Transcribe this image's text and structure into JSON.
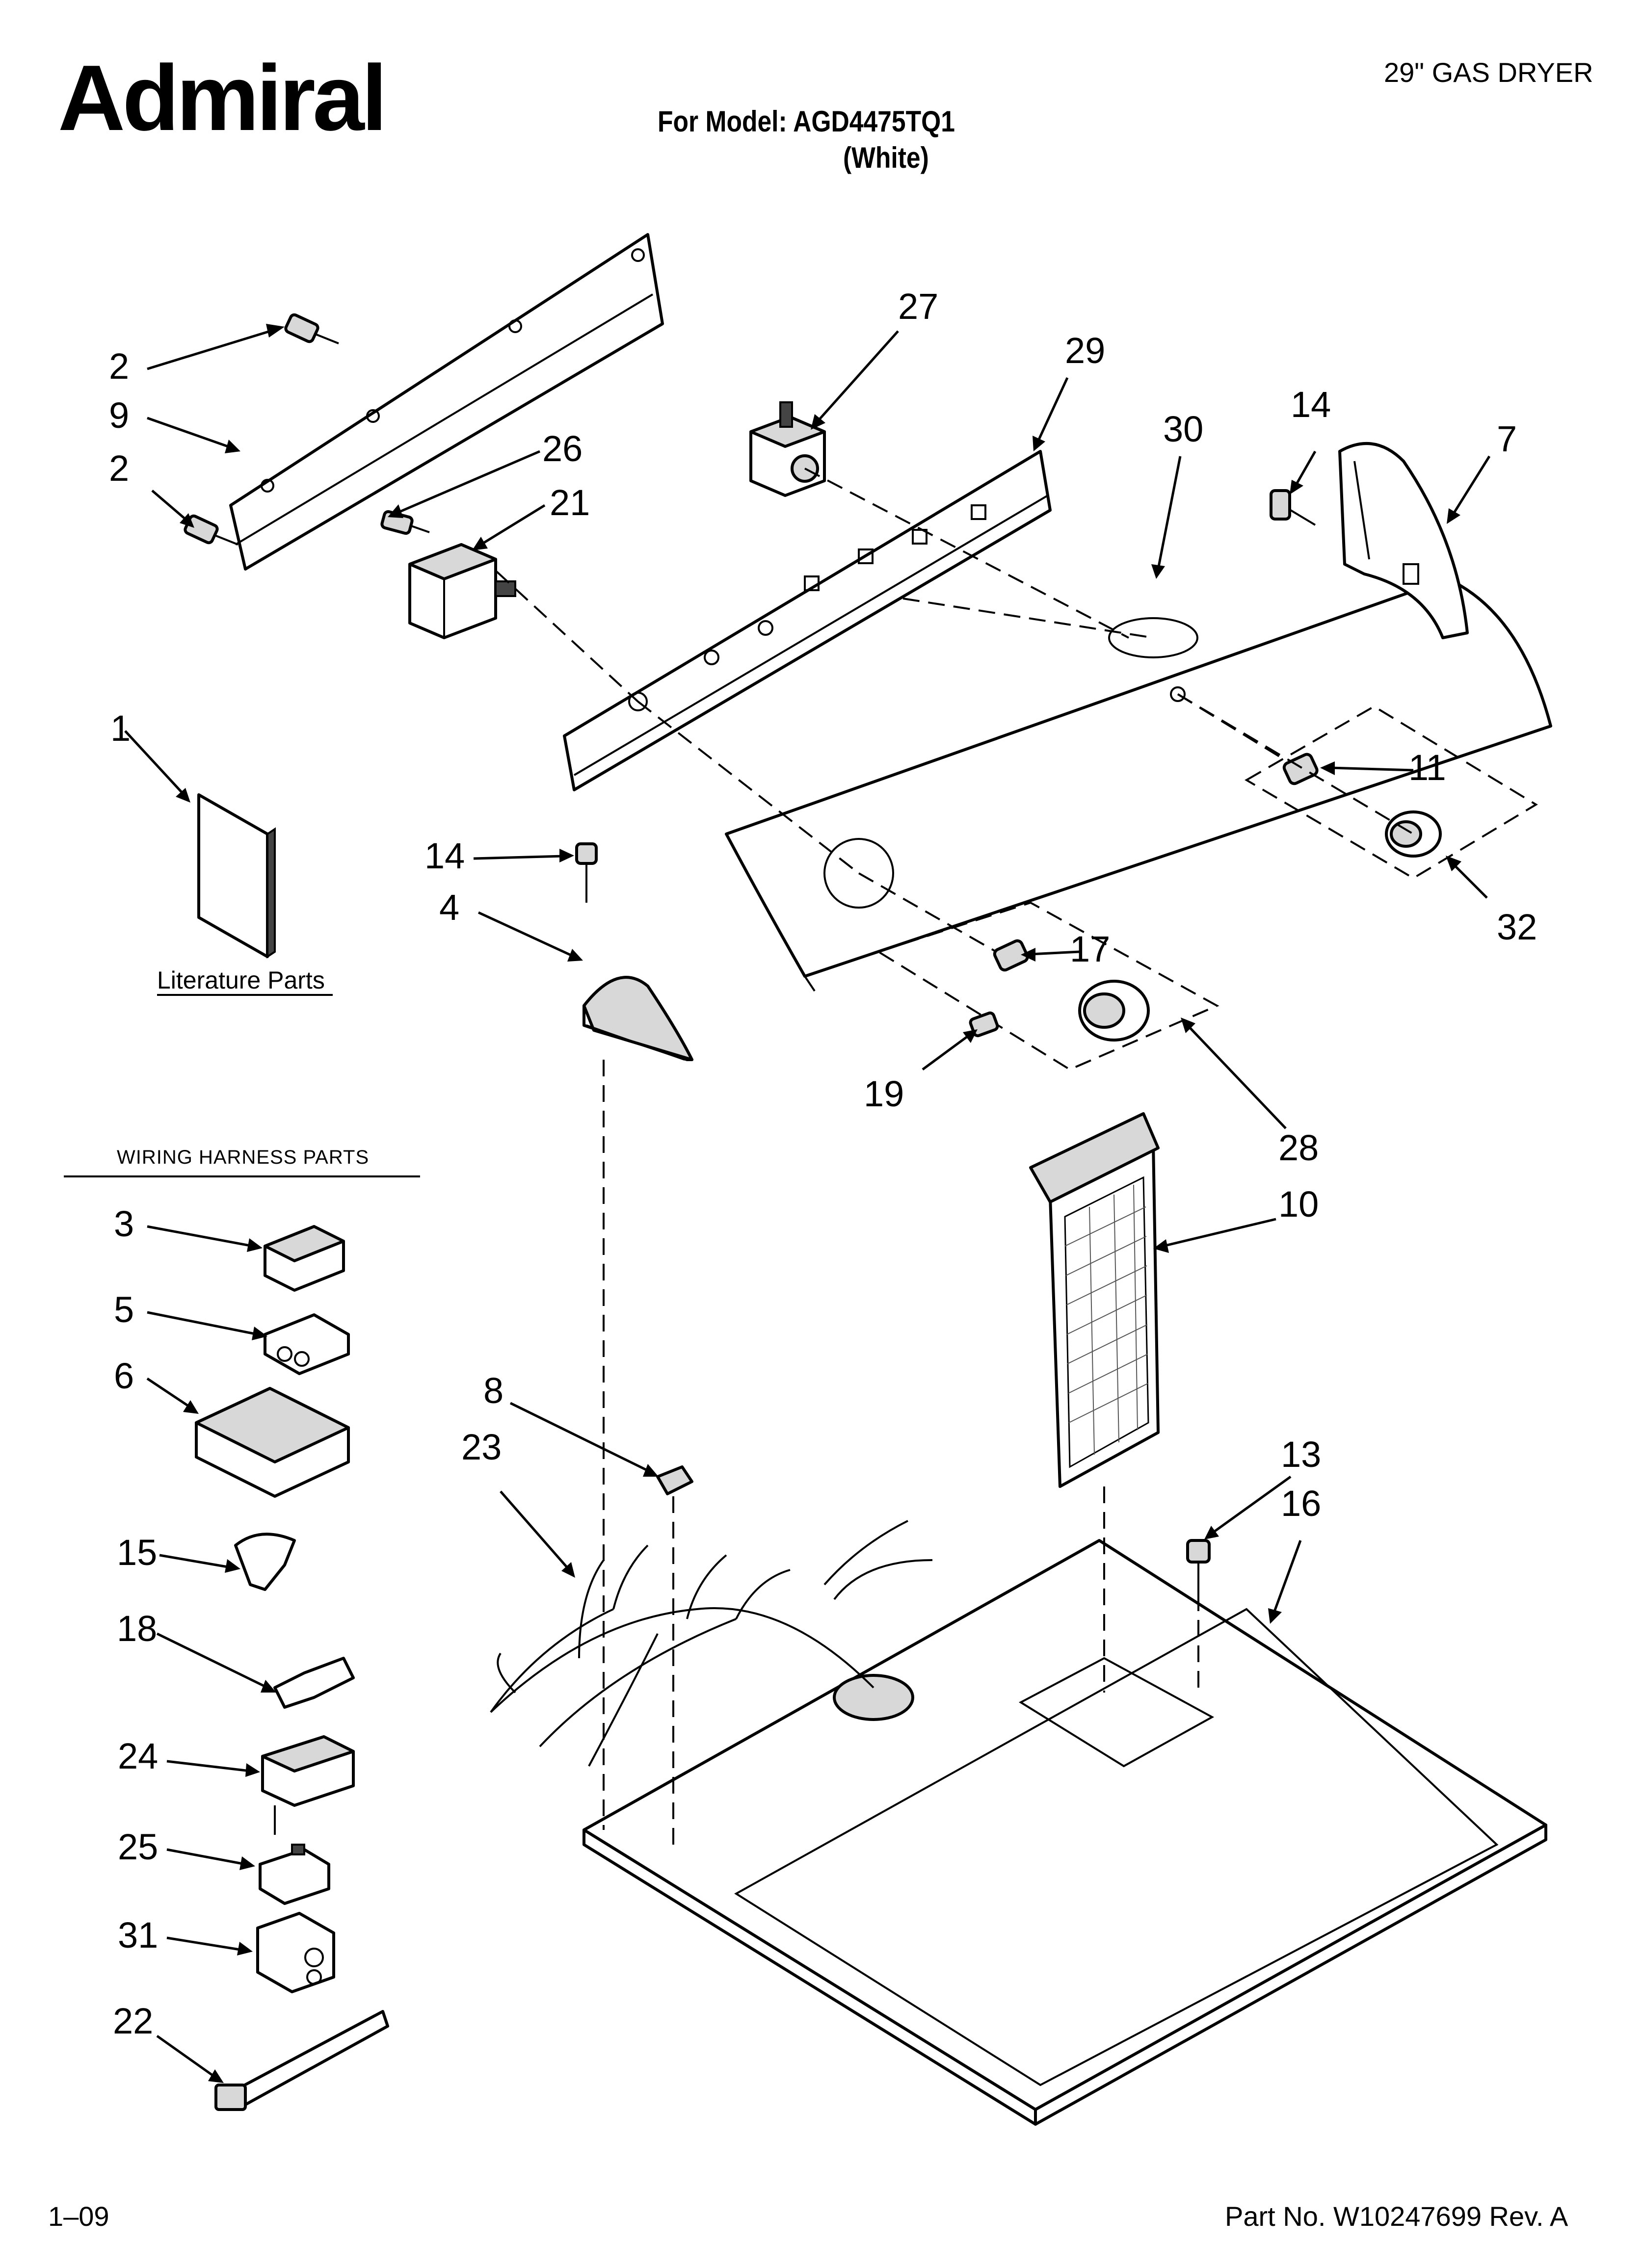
{
  "header": {
    "brand": "Admiral",
    "product": "29\" GAS DRYER",
    "model_line": "For Model: AGD4475TQ1",
    "color_variant": "(White)"
  },
  "footer": {
    "date_code": "1–09",
    "part_number": "Part No. W10247699 Rev. A"
  },
  "sections": {
    "literature_caption": "Literature Parts",
    "wiring_heading": "WIRING HARNESS PARTS"
  },
  "callouts": [
    {
      "id": "c1",
      "label": "1"
    },
    {
      "id": "c2a",
      "label": "2"
    },
    {
      "id": "c2b",
      "label": "2"
    },
    {
      "id": "c3",
      "label": "3"
    },
    {
      "id": "c4",
      "label": "4"
    },
    {
      "id": "c5",
      "label": "5"
    },
    {
      "id": "c6",
      "label": "6"
    },
    {
      "id": "c7",
      "label": "7"
    },
    {
      "id": "c8",
      "label": "8"
    },
    {
      "id": "c9",
      "label": "9"
    },
    {
      "id": "c10",
      "label": "10"
    },
    {
      "id": "c11",
      "label": "11"
    },
    {
      "id": "c13",
      "label": "13"
    },
    {
      "id": "c14a",
      "label": "14"
    },
    {
      "id": "c14b",
      "label": "14"
    },
    {
      "id": "c15",
      "label": "15"
    },
    {
      "id": "c16",
      "label": "16"
    },
    {
      "id": "c17",
      "label": "17"
    },
    {
      "id": "c18",
      "label": "18"
    },
    {
      "id": "c19",
      "label": "19"
    },
    {
      "id": "c21",
      "label": "21"
    },
    {
      "id": "c22",
      "label": "22"
    },
    {
      "id": "c23",
      "label": "23"
    },
    {
      "id": "c24",
      "label": "24"
    },
    {
      "id": "c25",
      "label": "25"
    },
    {
      "id": "c26",
      "label": "26"
    },
    {
      "id": "c27",
      "label": "27"
    },
    {
      "id": "c28",
      "label": "28"
    },
    {
      "id": "c29",
      "label": "29"
    },
    {
      "id": "c30",
      "label": "30"
    },
    {
      "id": "c31",
      "label": "31"
    },
    {
      "id": "c32",
      "label": "32"
    }
  ]
}
